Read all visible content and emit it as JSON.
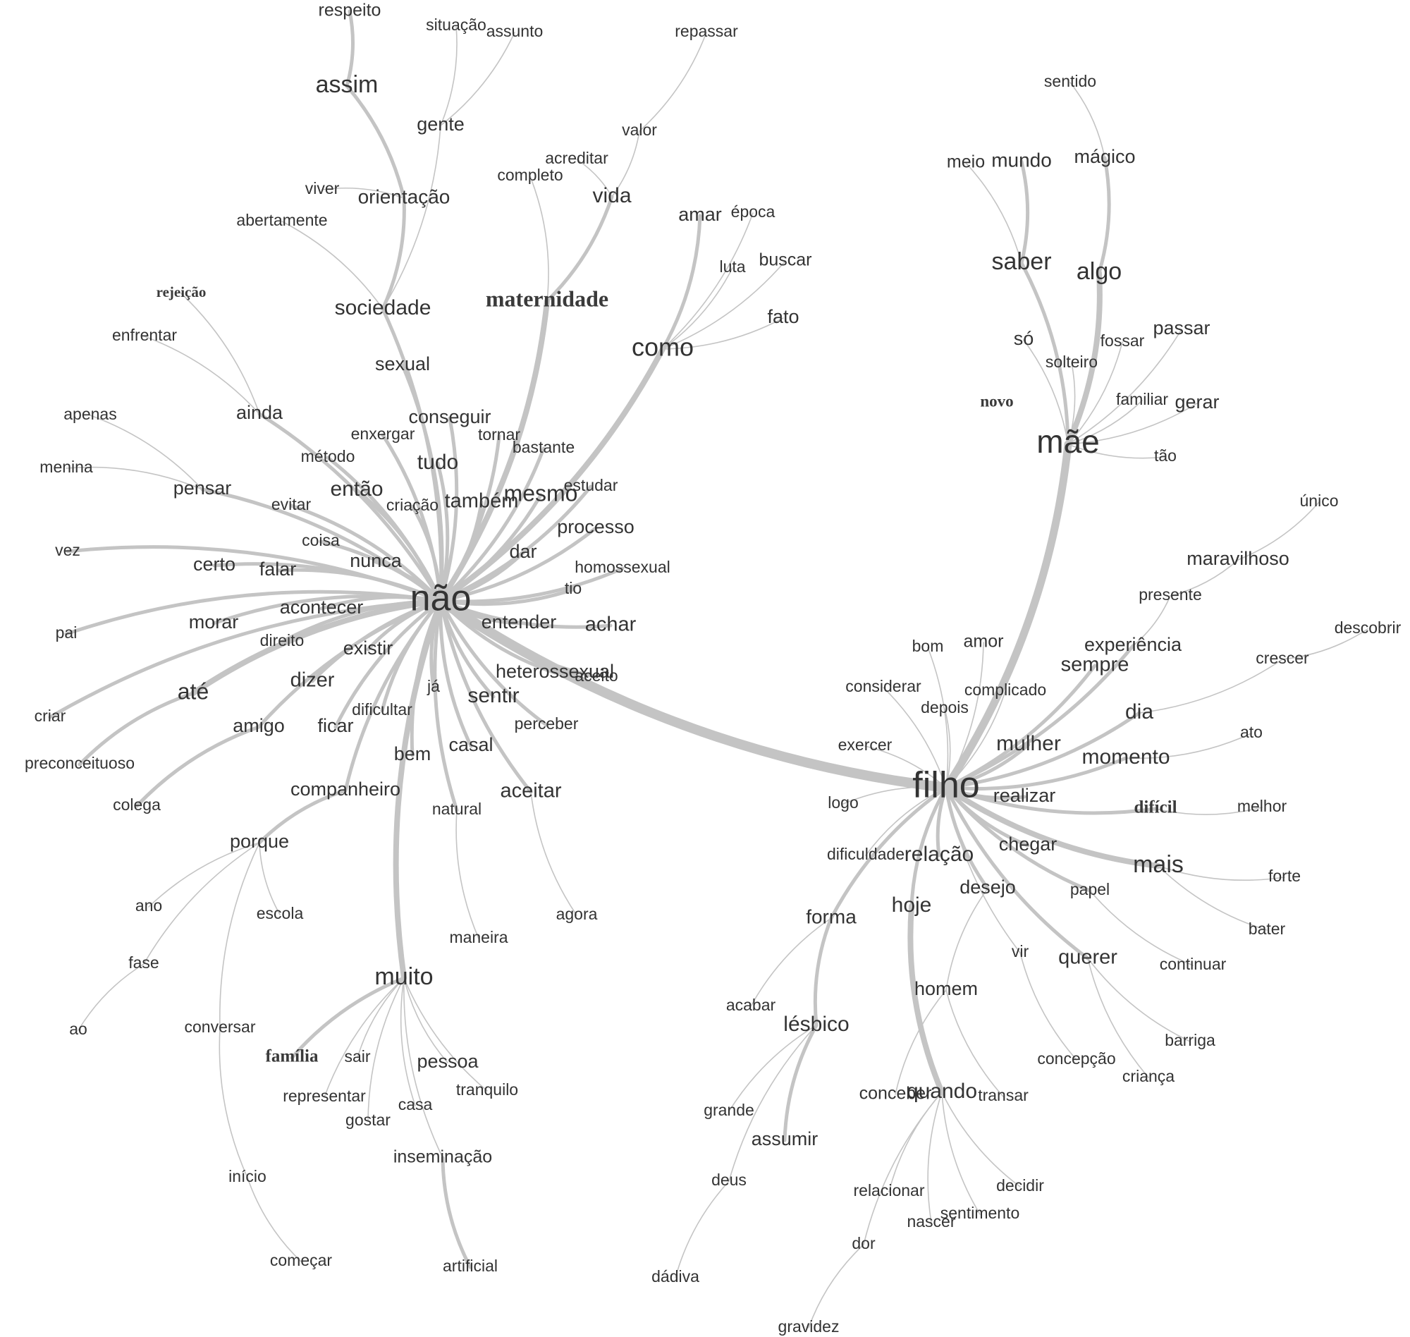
{
  "graph": {
    "nodes": {
      "nao": "não",
      "filho": "filho",
      "mae": "mãe",
      "muito": "muito",
      "como": "como",
      "maternidade": "maternidade",
      "sociedade": "sociedade",
      "assim": "assim",
      "gente": "gente",
      "respeito": "respeito",
      "situacao": "situação",
      "assunto": "assunto",
      "repassar": "repassar",
      "valor": "valor",
      "acreditar": "acreditar",
      "completo": "completo",
      "vida": "vida",
      "viver": "viver",
      "orientacao": "orientação",
      "abertamente": "abertamente",
      "amar": "amar",
      "epoca": "época",
      "luta": "luta",
      "buscar": "buscar",
      "fato": "fato",
      "rejeicao": "rejeição",
      "enfrentar": "enfrentar",
      "sexual": "sexual",
      "ainda": "ainda",
      "apenas": "apenas",
      "menina": "menina",
      "conseguir": "conseguir",
      "enxergar": "enxergar",
      "tornar": "tornar",
      "bastante": "bastante",
      "metodo": "método",
      "tudo": "tudo",
      "pensar": "pensar",
      "evitar": "evitar",
      "entao": "então",
      "criacao": "criação",
      "tambem": "também",
      "mesmo": "mesmo",
      "estudar": "estudar",
      "processo": "processo",
      "coisa": "coisa",
      "vez": "vez",
      "certo": "certo",
      "falar": "falar",
      "nunca": "nunca",
      "dar": "dar",
      "homossexual": "homossexual",
      "tio": "tio",
      "acontecer": "acontecer",
      "morar": "morar",
      "pai": "pai",
      "entender": "entender",
      "achar": "achar",
      "direito": "direito",
      "existir": "existir",
      "ate": "até",
      "dizer": "dizer",
      "heterossexual": "heterossexual",
      "aceito": "aceito",
      "ja": "já",
      "sentir": "sentir",
      "criar": "criar",
      "dificultar": "dificultar",
      "amigo": "amigo",
      "ficar": "ficar",
      "perceber": "perceber",
      "preconceituoso": "preconceituoso",
      "bem": "bem",
      "casal": "casal",
      "colega": "colega",
      "companheiro": "companheiro",
      "aceitar": "aceitar",
      "natural": "natural",
      "porque": "porque",
      "ano": "ano",
      "escola": "escola",
      "agora": "agora",
      "maneira": "maneira",
      "fase": "fase",
      "ao": "ao",
      "conversar": "conversar",
      "familia": "família",
      "sair": "sair",
      "pessoa": "pessoa",
      "representar": "representar",
      "tranquilo": "tranquilo",
      "gostar": "gostar",
      "casa": "casa",
      "inseminacao": "inseminação",
      "inicio": "início",
      "comecar": "começar",
      "artificial": "artificial",
      "sentido": "sentido",
      "meio": "meio",
      "mundo": "mundo",
      "magico": "mágico",
      "saber": "saber",
      "algo": "algo",
      "so": "só",
      "fossar": "fossar",
      "passar": "passar",
      "solteiro": "solteiro",
      "novo": "novo",
      "familiar": "familiar",
      "gerar": "gerar",
      "tao": "tão",
      "unico": "único",
      "maravilhoso": "maravilhoso",
      "presente": "presente",
      "descobrir": "descobrir",
      "bom": "bom",
      "amor": "amor",
      "experiencia": "experiência",
      "crescer": "crescer",
      "sempre": "sempre",
      "considerar": "considerar",
      "complicado": "complicado",
      "depois": "depois",
      "dia": "dia",
      "ato": "ato",
      "exercer": "exercer",
      "mulher": "mulher",
      "momento": "momento",
      "realizar": "realizar",
      "logo": "logo",
      "dificil": "difícil",
      "melhor": "melhor",
      "dificuldade": "dificuldade",
      "relacao": "relação",
      "chegar": "chegar",
      "mais": "mais",
      "forte": "forte",
      "forma": "forma",
      "hoje": "hoje",
      "desejo": "desejo",
      "papel": "papel",
      "bater": "bater",
      "vir": "vir",
      "querer": "querer",
      "continuar": "continuar",
      "acabar": "acabar",
      "homem": "homem",
      "lesbico": "lésbico",
      "barriga": "barriga",
      "concepcao": "concepção",
      "crianca": "criança",
      "grande": "grande",
      "conceber": "conceber",
      "quando": "quando",
      "transar": "transar",
      "assumir": "assumir",
      "deus": "deus",
      "relacionar": "relacionar",
      "decidir": "decidir",
      "sentimento": "sentimento",
      "nascer": "nascer",
      "dor": "dor",
      "dadiva": "dádiva",
      "gravidez": "gravidez"
    },
    "edges": [
      [
        "nao",
        "filho",
        4
      ],
      [
        "filho",
        "mae",
        3
      ],
      [
        "nao",
        "como",
        2
      ],
      [
        "nao",
        "maternidade",
        2
      ],
      [
        "nao",
        "muito",
        2
      ],
      [
        "nao",
        "ate",
        2
      ],
      [
        "nao",
        "sexual",
        1
      ],
      [
        "nao",
        "sociedade",
        1
      ],
      [
        "nao",
        "conseguir",
        1
      ],
      [
        "nao",
        "enxergar",
        1
      ],
      [
        "nao",
        "tornar",
        1
      ],
      [
        "nao",
        "bastante",
        1
      ],
      [
        "nao",
        "metodo",
        1
      ],
      [
        "nao",
        "tudo",
        1
      ],
      [
        "nao",
        "pensar",
        1
      ],
      [
        "nao",
        "evitar",
        1
      ],
      [
        "nao",
        "entao",
        1
      ],
      [
        "nao",
        "criacao",
        1
      ],
      [
        "nao",
        "tambem",
        1
      ],
      [
        "nao",
        "mesmo",
        1
      ],
      [
        "nao",
        "estudar",
        1
      ],
      [
        "nao",
        "processo",
        1
      ],
      [
        "nao",
        "coisa",
        1
      ],
      [
        "nao",
        "certo",
        1
      ],
      [
        "nao",
        "falar",
        1
      ],
      [
        "nao",
        "nunca",
        1
      ],
      [
        "nao",
        "dar",
        1
      ],
      [
        "nao",
        "homossexual",
        1
      ],
      [
        "nao",
        "tio",
        1
      ],
      [
        "nao",
        "acontecer",
        1
      ],
      [
        "nao",
        "morar",
        1
      ],
      [
        "nao",
        "entender",
        1
      ],
      [
        "nao",
        "achar",
        1
      ],
      [
        "nao",
        "direito",
        1
      ],
      [
        "nao",
        "existir",
        1
      ],
      [
        "nao",
        "dizer",
        1
      ],
      [
        "nao",
        "heterossexual",
        1
      ],
      [
        "nao",
        "aceito",
        1
      ],
      [
        "nao",
        "ja",
        1
      ],
      [
        "nao",
        "sentir",
        1
      ],
      [
        "nao",
        "dificultar",
        1
      ],
      [
        "nao",
        "amigo",
        1
      ],
      [
        "nao",
        "ficar",
        1
      ],
      [
        "nao",
        "perceber",
        1
      ],
      [
        "nao",
        "bem",
        1
      ],
      [
        "nao",
        "casal",
        1
      ],
      [
        "nao",
        "companheiro",
        1
      ],
      [
        "nao",
        "aceitar",
        1
      ],
      [
        "nao",
        "natural",
        1
      ],
      [
        "nao",
        "ainda",
        1
      ],
      [
        "nao",
        "vez",
        1
      ],
      [
        "nao",
        "pai",
        1
      ],
      [
        "nao",
        "criar",
        1
      ],
      [
        "ate",
        "preconceituoso",
        1
      ],
      [
        "amigo",
        "colega",
        1
      ],
      [
        "companheiro",
        "porque",
        1
      ],
      [
        "porque",
        "ano",
        0
      ],
      [
        "porque",
        "escola",
        0
      ],
      [
        "porque",
        "fase",
        0
      ],
      [
        "porque",
        "conversar",
        0
      ],
      [
        "fase",
        "ao",
        0
      ],
      [
        "conversar",
        "inicio",
        0
      ],
      [
        "inicio",
        "comecar",
        0
      ],
      [
        "aceitar",
        "agora",
        0
      ],
      [
        "natural",
        "maneira",
        0
      ],
      [
        "ainda",
        "rejeicao",
        0
      ],
      [
        "ainda",
        "enfrentar",
        0
      ],
      [
        "pensar",
        "apenas",
        0
      ],
      [
        "pensar",
        "menina",
        0
      ],
      [
        "sociedade",
        "orientacao",
        1
      ],
      [
        "sociedade",
        "abertamente",
        0
      ],
      [
        "orientacao",
        "viver",
        0
      ],
      [
        "orientacao",
        "assim",
        1
      ],
      [
        "assim",
        "respeito",
        1
      ],
      [
        "sociedade",
        "gente",
        0
      ],
      [
        "gente",
        "situacao",
        0
      ],
      [
        "gente",
        "assunto",
        0
      ],
      [
        "maternidade",
        "vida",
        1
      ],
      [
        "maternidade",
        "completo",
        0
      ],
      [
        "vida",
        "acreditar",
        0
      ],
      [
        "vida",
        "valor",
        0
      ],
      [
        "valor",
        "repassar",
        0
      ],
      [
        "como",
        "amar",
        1
      ],
      [
        "como",
        "epoca",
        0
      ],
      [
        "como",
        "luta",
        0
      ],
      [
        "como",
        "buscar",
        0
      ],
      [
        "como",
        "fato",
        0
      ],
      [
        "muito",
        "familia",
        1
      ],
      [
        "muito",
        "sair",
        0
      ],
      [
        "muito",
        "pessoa",
        0
      ],
      [
        "muito",
        "representar",
        0
      ],
      [
        "muito",
        "tranquilo",
        0
      ],
      [
        "muito",
        "gostar",
        0
      ],
      [
        "muito",
        "casa",
        0
      ],
      [
        "muito",
        "inseminacao",
        0
      ],
      [
        "inseminacao",
        "artificial",
        1
      ],
      [
        "mae",
        "saber",
        1
      ],
      [
        "mae",
        "algo",
        2
      ],
      [
        "saber",
        "mundo",
        1
      ],
      [
        "saber",
        "meio",
        0
      ],
      [
        "algo",
        "magico",
        1
      ],
      [
        "magico",
        "sentido",
        0
      ],
      [
        "mae",
        "so",
        0
      ],
      [
        "mae",
        "fossar",
        0
      ],
      [
        "mae",
        "passar",
        0
      ],
      [
        "mae",
        "solteiro",
        0
      ],
      [
        "mae",
        "familiar",
        0
      ],
      [
        "mae",
        "gerar",
        0
      ],
      [
        "mae",
        "tao",
        0
      ],
      [
        "filho",
        "bom",
        0
      ],
      [
        "filho",
        "amor",
        0
      ],
      [
        "filho",
        "experiencia",
        1
      ],
      [
        "experiencia",
        "presente",
        0
      ],
      [
        "presente",
        "maravilhoso",
        0
      ],
      [
        "maravilhoso",
        "unico",
        0
      ],
      [
        "filho",
        "sempre",
        1
      ],
      [
        "filho",
        "considerar",
        0
      ],
      [
        "filho",
        "complicado",
        0
      ],
      [
        "filho",
        "depois",
        0
      ],
      [
        "filho",
        "dia",
        1
      ],
      [
        "dia",
        "crescer",
        0
      ],
      [
        "crescer",
        "descobrir",
        0
      ],
      [
        "filho",
        "mulher",
        1
      ],
      [
        "filho",
        "momento",
        1
      ],
      [
        "momento",
        "ato",
        0
      ],
      [
        "filho",
        "realizar",
        1
      ],
      [
        "filho",
        "dificil",
        1
      ],
      [
        "dificil",
        "melhor",
        0
      ],
      [
        "filho",
        "exercer",
        0
      ],
      [
        "filho",
        "logo",
        0
      ],
      [
        "filho",
        "dificuldade",
        0
      ],
      [
        "filho",
        "relacao",
        1
      ],
      [
        "filho",
        "chegar",
        1
      ],
      [
        "filho",
        "mais",
        2
      ],
      [
        "mais",
        "forte",
        0
      ],
      [
        "mais",
        "bater",
        0
      ],
      [
        "filho",
        "forma",
        1
      ],
      [
        "forma",
        "acabar",
        0
      ],
      [
        "forma",
        "lesbico",
        1
      ],
      [
        "lesbico",
        "assumir",
        1
      ],
      [
        "lesbico",
        "grande",
        0
      ],
      [
        "lesbico",
        "deus",
        0
      ],
      [
        "deus",
        "dadiva",
        0
      ],
      [
        "filho",
        "hoje",
        1
      ],
      [
        "hoje",
        "quando",
        2
      ],
      [
        "filho",
        "desejo",
        1
      ],
      [
        "desejo",
        "homem",
        0
      ],
      [
        "homem",
        "conceber",
        0
      ],
      [
        "homem",
        "transar",
        0
      ],
      [
        "filho",
        "papel",
        1
      ],
      [
        "papel",
        "continuar",
        0
      ],
      [
        "filho",
        "vir",
        0
      ],
      [
        "vir",
        "concepcao",
        0
      ],
      [
        "filho",
        "querer",
        1
      ],
      [
        "querer",
        "crianca",
        0
      ],
      [
        "querer",
        "barriga",
        0
      ],
      [
        "quando",
        "relacionar",
        0
      ],
      [
        "quando",
        "decidir",
        0
      ],
      [
        "quando",
        "sentimento",
        0
      ],
      [
        "quando",
        "nascer",
        0
      ],
      [
        "quando",
        "dor",
        0
      ],
      [
        "dor",
        "gravidez",
        0
      ]
    ]
  }
}
